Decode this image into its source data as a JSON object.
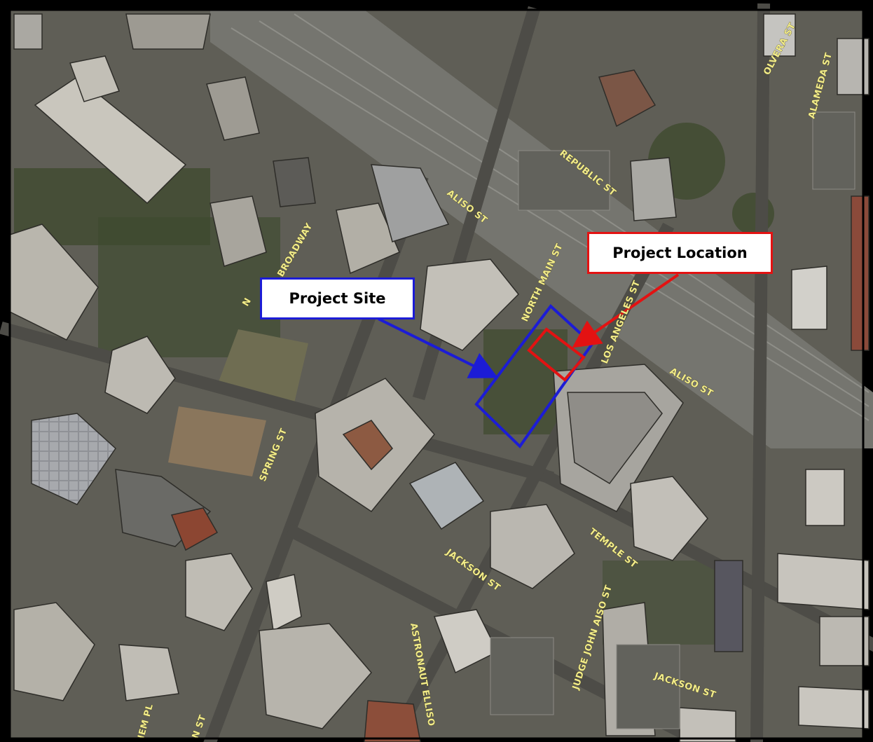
{
  "labels": {
    "project_site": "Project Site",
    "project_location": "Project Location"
  },
  "streets": {
    "olvera": "OLVERA ST",
    "alameda": "ALAMEDA ST",
    "republic": "REPUBLIC ST",
    "aliso_upper": "ALISO ST",
    "broadway": "BROADWAY",
    "broadway_prefix": "N",
    "north_main": "NORTH MAIN ST",
    "los_angeles": "LOS ANGELES ST",
    "aliso_lower": "ALISO ST",
    "spring": "SPRING ST",
    "temple": "TEMPLE ST",
    "jackson_left": "JACKSON ST",
    "judge_john_aiso": "JUDGE JOHN AISO ST",
    "astronaut_ellison": "ASTRONAUT ELLISO",
    "jackson_right": "JACKSON ST",
    "bottom_left_1": "IEM PL",
    "bottom_left_2": "N ST"
  },
  "colors": {
    "site_outline": "#1c1cd6",
    "location_outline": "#e31212",
    "street_label": "#f2ec8a"
  }
}
